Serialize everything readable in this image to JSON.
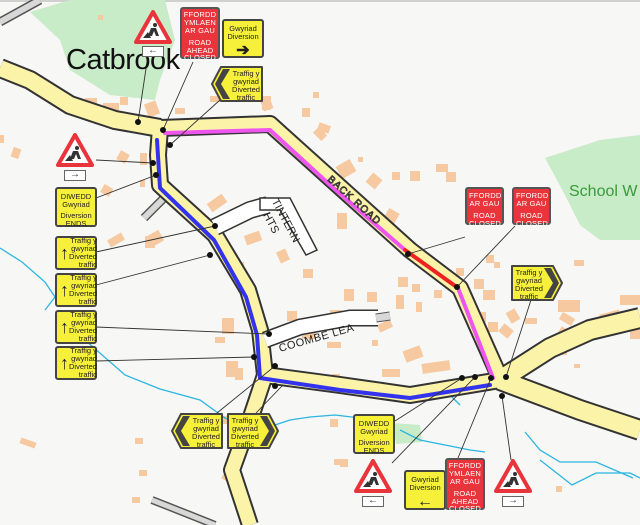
{
  "map": {
    "place_labels": {
      "village": "Catbrook",
      "school": "School W",
      "tintern_hts_line1": "TINTERN",
      "tintern_hts_line2": "HTS",
      "coombe_lea": "COOMBE LEA",
      "back_road": "BACK ROAD"
    },
    "colors": {
      "background": "#f7f7f5",
      "road_fill": "#fbf3a8",
      "road_casing": "#333333",
      "minor_road": "#ffffff",
      "track": "#d8d8d8",
      "building": "#f6c9a0",
      "green_area": "#c8ebc8",
      "stream": "#2bb5e0",
      "diversion_route": "#3333ee",
      "closure_warning": "#ee55ee",
      "closed_section": "#ee2222",
      "sign_red": "#e8343a",
      "sign_yellow": "#f7f03a"
    },
    "signs": {
      "road_ahead_closed_top": {
        "l1": "FFORDD",
        "l2": "YMLAEN",
        "l3": "AR GAU",
        "l4": "ROAD",
        "l5": "AHEAD",
        "l6": "CLOSED"
      },
      "diversion_right_top": {
        "l1": "Gwyriad",
        "l2": "Diversion",
        "arrow": "➔"
      },
      "chevron_left_top": {
        "l1": "Traffig y",
        "l2": "gwyriad",
        "l3": "Diverted",
        "l4": "traffic"
      },
      "roadworks_top": {
        "plate_arrow": "←"
      },
      "roadworks_left": {
        "plate_arrow": "→"
      },
      "diversion_ends_left": {
        "l1": "DIWEDD",
        "l2": "Gwyriad",
        "l3": "Diversion",
        "l4": "ENDS"
      },
      "ahead_1": {
        "l1": "Traffig y",
        "l2": "gwyriad",
        "l3": "Diverted",
        "l4": "traffic",
        "arrow": "↑"
      },
      "ahead_2": {
        "l1": "Traffig y",
        "l2": "gwyriad",
        "l3": "Diverted",
        "l4": "traffic",
        "arrow": "↑"
      },
      "ahead_3": {
        "l1": "Traffig y",
        "l2": "gwyriad",
        "l3": "Diverted",
        "l4": "traffic",
        "arrow": "↑"
      },
      "ahead_4": {
        "l1": "Traffig y",
        "l2": "gwyriad",
        "l3": "Diverted",
        "l4": "traffic",
        "arrow": "↑"
      },
      "road_closed_1": {
        "l1": "FFORDD",
        "l2": "AR GAU",
        "l3": "ROAD",
        "l4": "CLOSED"
      },
      "road_closed_2": {
        "l1": "FFORDD",
        "l2": "AR GAU",
        "l3": "ROAD",
        "l4": "CLOSED"
      },
      "chevron_right_east": {
        "l1": "Traffig y",
        "l2": "gwyriad",
        "l3": "Diverted",
        "l4": "traffic"
      },
      "chevron_left_bottom": {
        "l1": "Traffig y",
        "l2": "gwyriad",
        "l3": "Diverted",
        "l4": "traffic"
      },
      "chevron_right_bottom": {
        "l1": "Traffig y",
        "l2": "gwyriad",
        "l3": "Diverted",
        "l4": "traffic"
      },
      "diversion_ends_bottom": {
        "l1": "DIWEDD",
        "l2": "Gwyriad",
        "l3": "Diversion",
        "l4": "ENDS"
      },
      "roadworks_bottom_left": {
        "plate_arrow": "←"
      },
      "diversion_left_bottom": {
        "l1": "Gwyriad",
        "l2": "Diversion",
        "arrow": "←"
      },
      "road_ahead_closed_bottom": {
        "l1": "FFORDD",
        "l2": "YMLAEN",
        "l3": "AR GAU",
        "l4": "ROAD",
        "l5": "AHEAD",
        "l6": "CLOSED"
      },
      "roadworks_bottom_right": {
        "plate_arrow": "→"
      }
    }
  }
}
